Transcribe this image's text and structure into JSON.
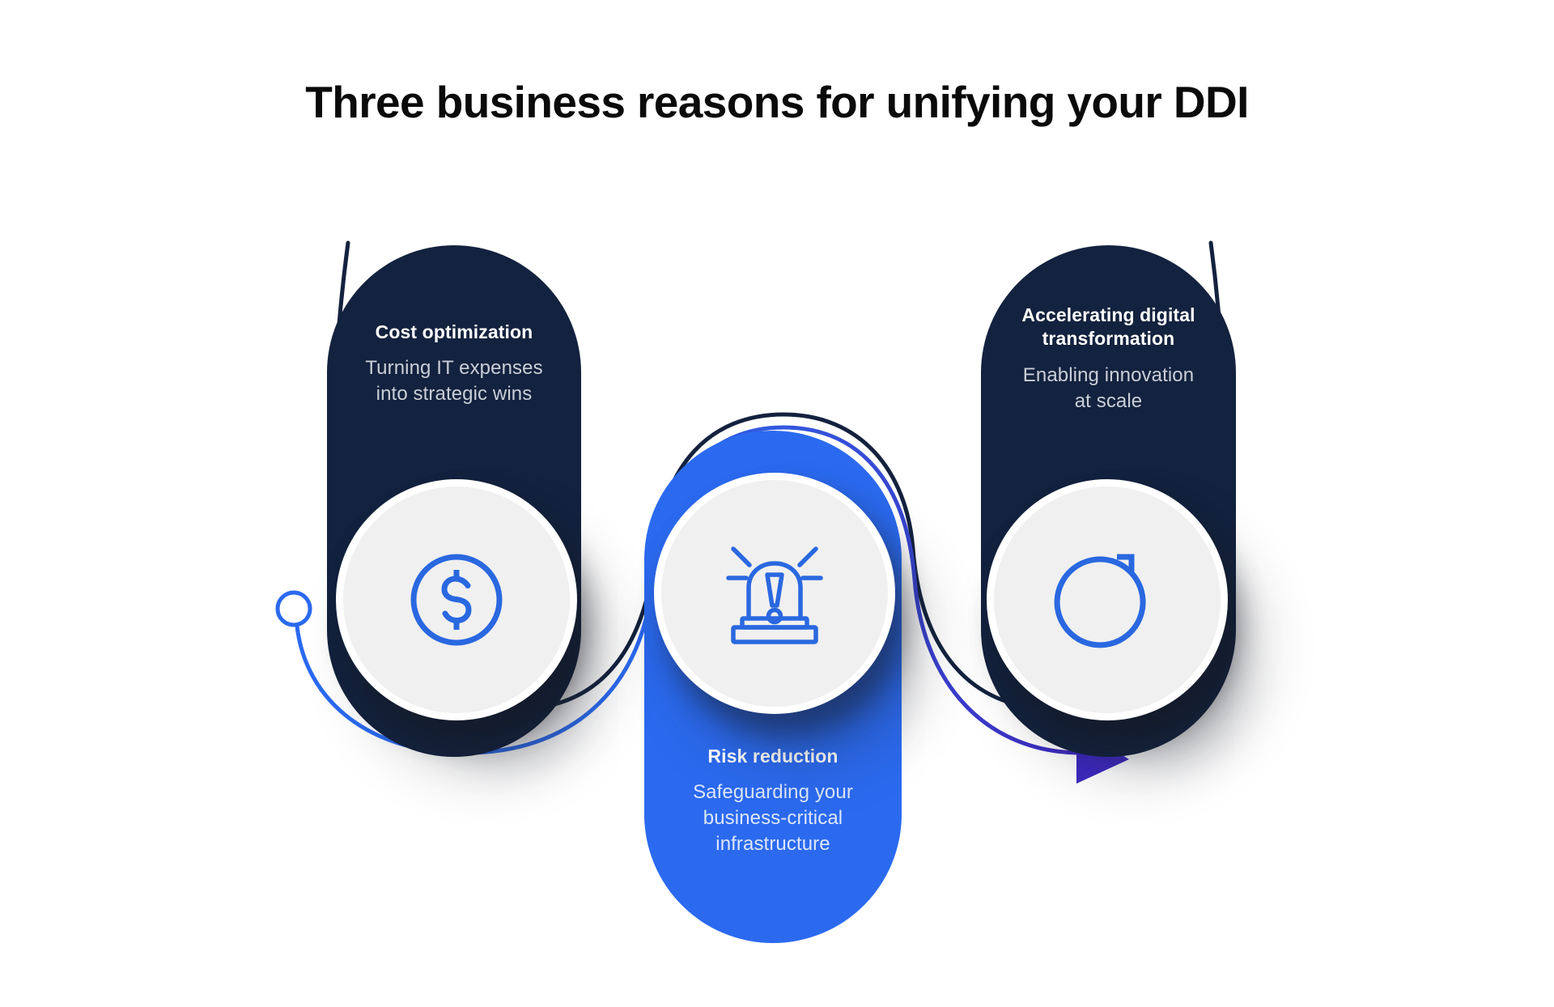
{
  "page": {
    "title": "Three business reasons for unifying your DDI",
    "background_color": "#ffffff"
  },
  "colors": {
    "navy": "#13223e",
    "blue": "#2b6aef",
    "purple": "#3d28bf",
    "icon_blue": "#2a68e0",
    "circle_fill": "#f0f0f0",
    "title_text": "#0a0a0a",
    "card_desc_text": "#c9ced8"
  },
  "cards": [
    {
      "id": "cost-optimization",
      "title": "Cost optimization",
      "description": "Turning IT expenses into strategic wins",
      "description_lines": [
        "Turning IT expenses",
        "into strategic wins"
      ],
      "theme": "dark",
      "icon": "dollar-circle-icon"
    },
    {
      "id": "risk-reduction",
      "title": "Risk reduction",
      "description": "Safeguarding your business-critical infrastructure",
      "description_lines": [
        "Safeguarding your",
        "business-critical",
        "infrastructure"
      ],
      "theme": "blue",
      "icon": "alarm-siren-icon"
    },
    {
      "id": "accelerating-digital-transformation",
      "title": "Accelerating digital transformation",
      "title_lines": [
        "Accelerating digital",
        "transformation"
      ],
      "description": "Enabling innovation at scale",
      "description_lines": [
        "Enabling innovation",
        "at scale"
      ],
      "theme": "dark",
      "icon": "refresh-circle-icon"
    }
  ],
  "flow": {
    "start_marker": "circle-node",
    "end_marker": "arrowhead",
    "direction": "left-to-right",
    "start_color": "#2b6aef",
    "end_color": "#3d28bf"
  }
}
